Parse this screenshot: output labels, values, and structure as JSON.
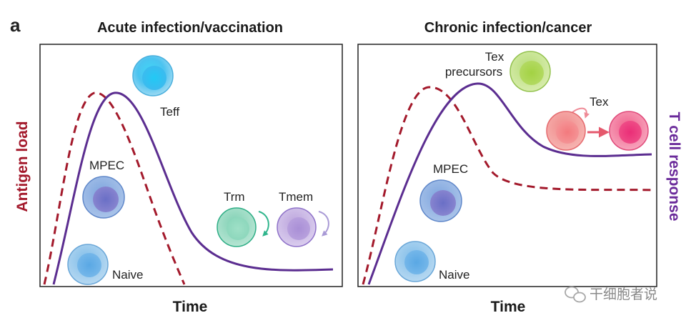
{
  "panel_label": "a",
  "left_panel": {
    "title": "Acute infection/vaccination",
    "x_axis_label": "Time",
    "cells": {
      "teff": "Teff",
      "mpec": "MPEC",
      "naive": "Naive",
      "trm": "Trm",
      "tmem": "Tmem"
    }
  },
  "right_panel": {
    "title": "Chronic infection/cancer",
    "x_axis_label": "Time",
    "cells": {
      "tex_precursors_line1": "Tex",
      "tex_precursors_line2": "precursors",
      "tex": "Tex",
      "mpec": "MPEC",
      "naive": "Naive"
    }
  },
  "y_axis_left": "Antigen load",
  "y_axis_right": "T cell response",
  "watermark": "干细胞者说",
  "colors": {
    "antigen_curve": "#a3192b",
    "tcell_curve": "#5b2d90",
    "axis_label_left": "#a3192b",
    "axis_label_right": "#6a2a9a"
  }
}
